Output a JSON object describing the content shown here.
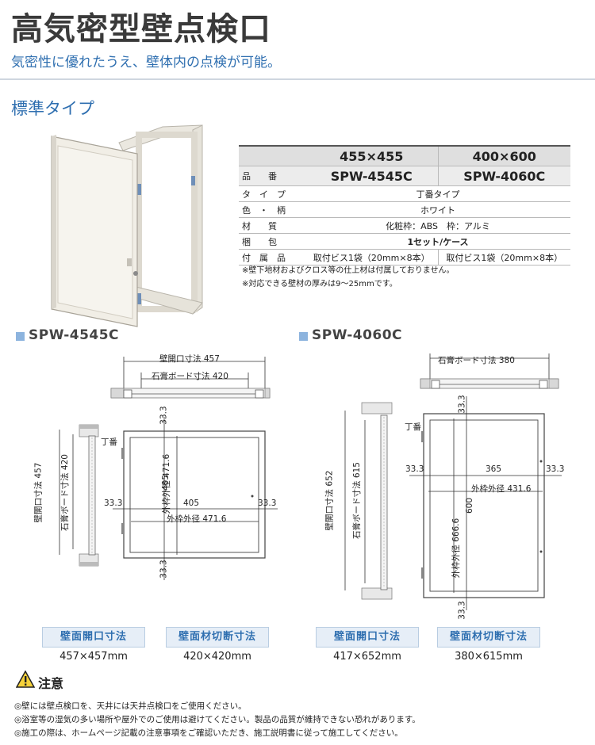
{
  "header": {
    "title": "高気密型壁点検口",
    "subtitle": "気密性に優れたうえ、壁体内の点検が可能。"
  },
  "section": {
    "title": "標準タイプ"
  },
  "spec_table": {
    "sizes": [
      "455×455",
      "400×600"
    ],
    "rows": {
      "code": {
        "label": "品　　番",
        "values": [
          "SPW-4545C",
          "SPW-4060C"
        ]
      },
      "type": {
        "label": "タ　イ　プ",
        "value": "丁番タイプ"
      },
      "color": {
        "label": "色　・　柄",
        "value": "ホワイト"
      },
      "material": {
        "label": "材　　質",
        "value": "化粧枠：ABS　枠：アルミ"
      },
      "packing": {
        "label": "梱　　包",
        "value": "1セット/ケース"
      },
      "accessories": {
        "label": "付　属　品",
        "values": [
          "取付ビス1袋（20mm×8本）",
          "取付ビス1袋（20mm×8本）"
        ]
      }
    },
    "notes": [
      "※壁下地材およびクロス等の仕上材は付属しておりません。",
      "※対応できる壁材の厚みは9〜25mmです。"
    ]
  },
  "diagrams": {
    "left": {
      "heading": "SPW-4545C",
      "top_outer": "壁開口寸法 457",
      "top_inner": "石膏ボード寸法 420",
      "side_outer": "壁開口寸法 457",
      "side_inner": "石膏ボード寸法 420",
      "hinge": "丁番",
      "margin_top": "33.3",
      "margin_bottom": "33.3",
      "margin_left": "33.3",
      "margin_right": "33.3",
      "inner_w": "405",
      "inner_h": "405",
      "outer_w": "外枠外径 471.6",
      "outer_h": "外枠外径 471.6",
      "badges": [
        "壁面開口寸法",
        "壁面材切断寸法"
      ],
      "values": [
        "457×457mm",
        "420×420mm"
      ]
    },
    "right": {
      "heading": "SPW-4060C",
      "top_inner": "石膏ボード寸法 380",
      "side_outer": "壁開口寸法 652",
      "side_inner": "石膏ボード寸法 615",
      "hinge": "丁番",
      "margin_top": "33.3",
      "margin_bottom": "33.3",
      "margin_left": "33.3",
      "margin_right": "33.3",
      "inner_w": "365",
      "inner_h": "600",
      "outer_w": "外枠外径 431.6",
      "outer_h": "外枠外径 666.6",
      "badges": [
        "壁面開口寸法",
        "壁面材切断寸法"
      ],
      "values": [
        "417×652mm",
        "380×615mm"
      ]
    }
  },
  "caution": {
    "title": "注意",
    "notes": [
      "◎壁には壁点検口を、天井には天井点検口をご使用ください。",
      "◎浴室等の湿気の多い場所や屋外でのご使用は避けてください。製品の品質が維持できない恐れがあります。",
      "◎施工の際は、ホームページ記載の注意事項をご確認いただき、施工説明書に従って施工してください。"
    ]
  }
}
